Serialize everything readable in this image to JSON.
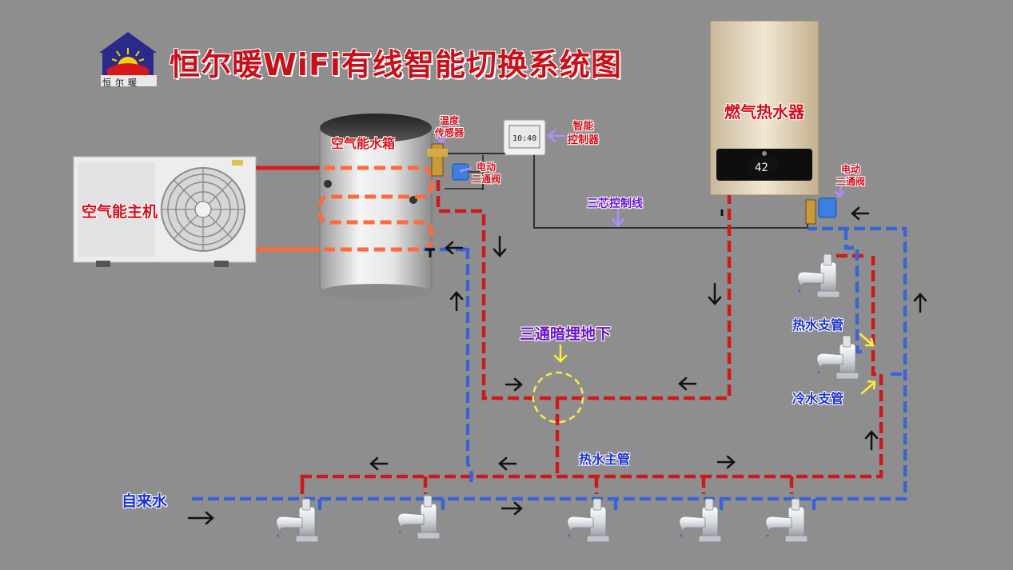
{
  "title": "恒尔暖WiFi有线智能切换系统图",
  "logo": {
    "text": "恒尔暖"
  },
  "components": {
    "heat_pump": "空气能主机",
    "tank": "空气能水箱",
    "gas_heater": "燃气热水器",
    "gas_display": "42",
    "controller": "智能控制器",
    "controller_line1": "智能",
    "controller_line2": "控制器",
    "controller_display": "10:40"
  },
  "labels": {
    "temp_sensor_1": "温度",
    "temp_sensor_2": "传感器",
    "valve_left_1": "电动",
    "valve_left_2": "二通阀",
    "valve_right_1": "电动",
    "valve_right_2": "二通阀",
    "control_wire": "三芯控制线",
    "tee_buried": "三通暗埋地下",
    "hot_branch": "热水支管",
    "cold_branch": "冷水支管",
    "hot_main": "热水主管",
    "tap_water": "自来水"
  },
  "colors": {
    "hot_pipe": "#cc1a1a",
    "cold_pipe": "#3a63d8",
    "coil": "#ff6a3d",
    "annotation_purple": "#b28cff",
    "annotation_yellow": "#ffee33",
    "background": "#8e8e8e"
  },
  "icons": [
    "house-logo-icon",
    "fan-icon",
    "faucet-icon",
    "valve-icon",
    "thermostat-icon",
    "arrow-icon"
  ]
}
